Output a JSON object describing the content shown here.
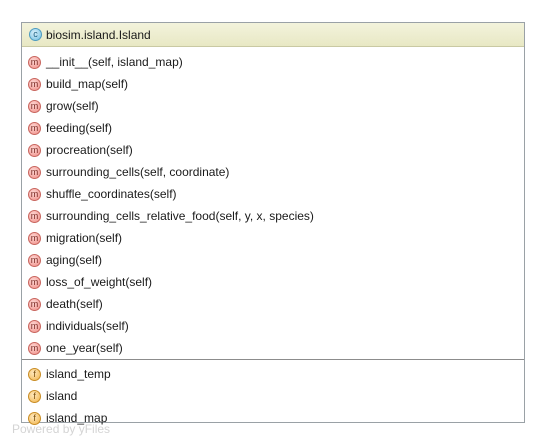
{
  "class": {
    "name": "biosim.island.Island",
    "icon": "class-icon",
    "icon_letter": "c"
  },
  "methods": {
    "icon": "method-icon",
    "icon_letter": "m",
    "items": [
      "__init__(self, island_map)",
      "build_map(self)",
      "grow(self)",
      "feeding(self)",
      "procreation(self)",
      "surrounding_cells(self, coordinate)",
      "shuffle_coordinates(self)",
      "surrounding_cells_relative_food(self, y, x, species)",
      "migration(self)",
      "aging(self)",
      "loss_of_weight(self)",
      "death(self)",
      "individuals(self)",
      "one_year(self)"
    ]
  },
  "fields": {
    "icon": "field-icon",
    "icon_letter": "f",
    "items": [
      "island_temp",
      "island",
      "island_map"
    ]
  },
  "watermark": "Powered by yFiles"
}
